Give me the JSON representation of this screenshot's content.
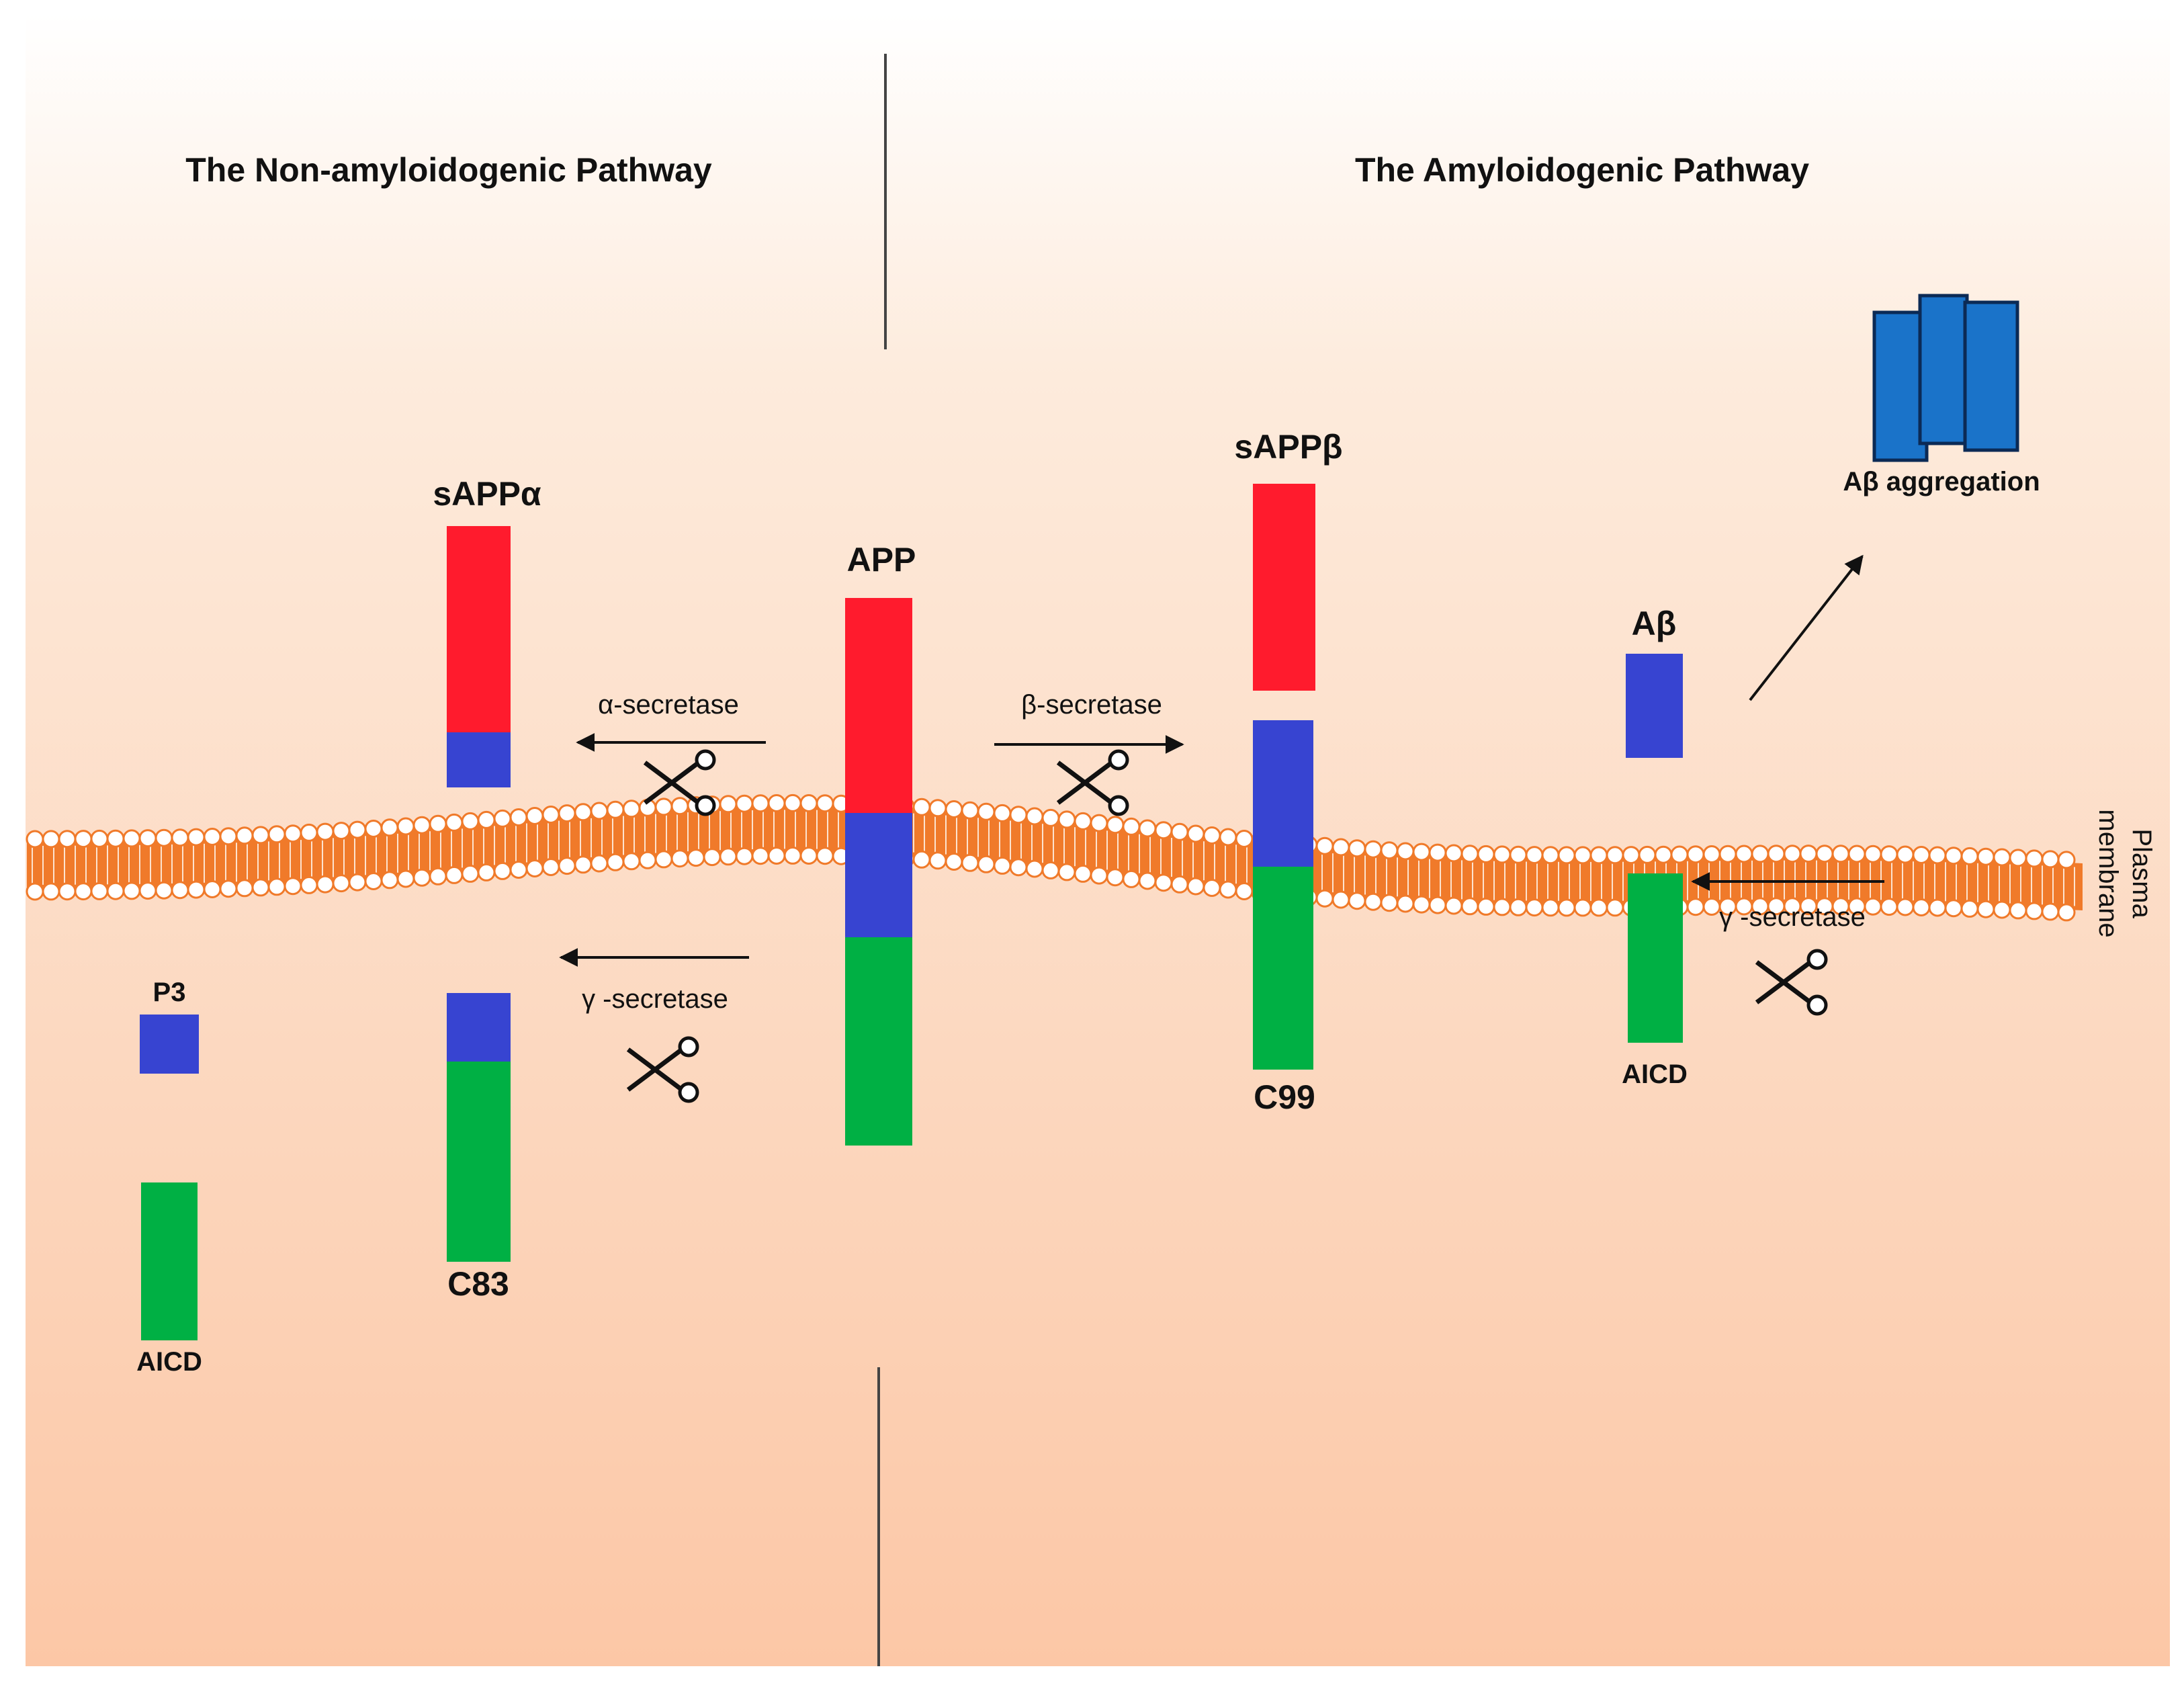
{
  "headings": {
    "left": "The Non-amyloidogenic Pathway",
    "right": "The Amyloidogenic Pathway"
  },
  "membrane_label": [
    "Plasma",
    "membrane"
  ],
  "fragments": {
    "app": "APP",
    "sappa": "sAPPα",
    "sappb": "sAPPβ",
    "c83": "C83",
    "c99": "C99",
    "p3": "P3",
    "aicd_left": "AICD",
    "aicd_right": "AICD",
    "abeta": "Aβ",
    "aggregation": "Aβ aggregation"
  },
  "enzymes": {
    "alpha": "α-secretase",
    "beta": "β-secretase",
    "gamma_left": "γ -secretase",
    "gamma_right": "γ -secretase"
  },
  "colors": {
    "extracellular_domain": "#ff1b2d",
    "abeta_domain": "#3744d1",
    "intracellular_domain": "#00b044",
    "aggregate": "#1a73c9",
    "membrane_tail": "#f07a2a",
    "membrane_head": "#ffffff",
    "background_top": "#ffffff",
    "background_bottom": "#fcc6a4"
  }
}
